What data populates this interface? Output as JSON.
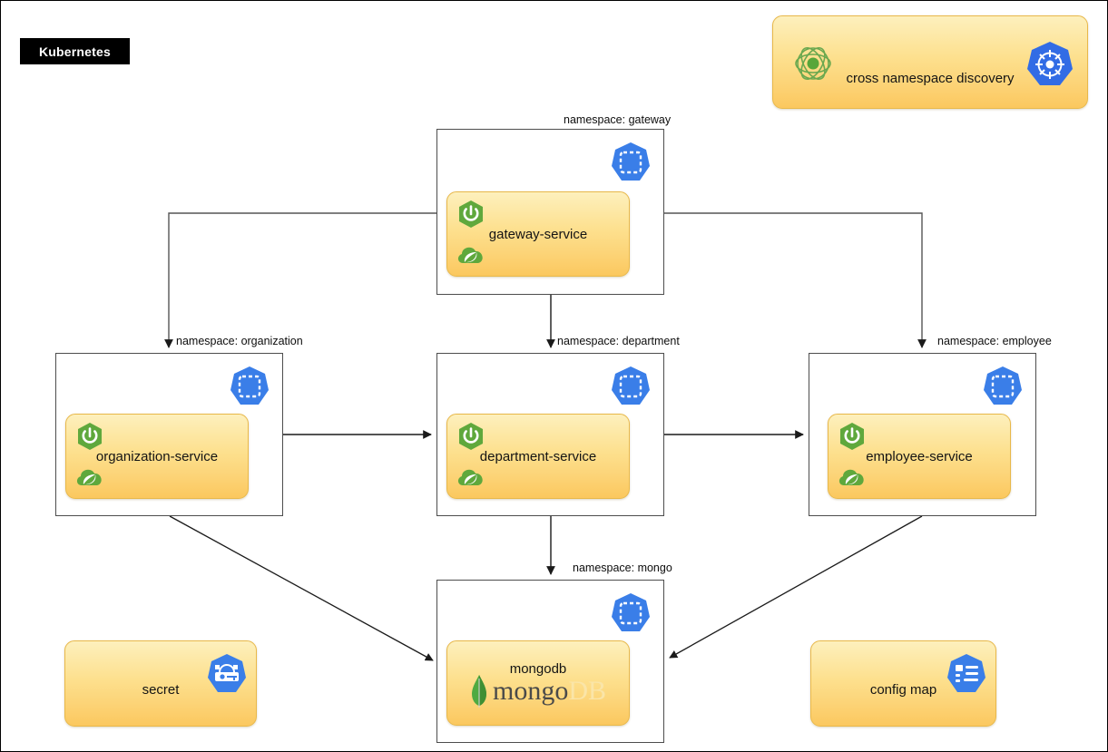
{
  "diagram": {
    "title": "Kubernetes",
    "background": "#ffffff",
    "accent_blue": "#3a7ee8",
    "accent_green": "#5fa83c",
    "card_gradient_top": "#fdf0bd",
    "card_gradient_bottom": "#fbc85f",
    "edge_color": "#1a1a1a"
  },
  "legend": {
    "cross_namespace": {
      "label": "cross namespace discovery",
      "left_icon": "eureka-atom-icon",
      "right_icon": "kubernetes-wheel-icon"
    }
  },
  "namespaces": [
    {
      "id": "gateway",
      "caption": "namespace: gateway",
      "icon": "kubernetes-namespace-icon",
      "service": {
        "name": "gateway-service",
        "icons": [
          "spring-boot-icon",
          "spring-leaf-icon"
        ]
      }
    },
    {
      "id": "organization",
      "caption": "namespace: organization",
      "icon": "kubernetes-namespace-icon",
      "service": {
        "name": "organization-service",
        "icons": [
          "spring-boot-icon",
          "spring-leaf-icon"
        ]
      }
    },
    {
      "id": "department",
      "caption": "namespace:  department",
      "icon": "kubernetes-namespace-icon",
      "service": {
        "name": "department-service",
        "icons": [
          "spring-boot-icon",
          "spring-leaf-icon"
        ]
      }
    },
    {
      "id": "employee",
      "caption": "namespace: employee",
      "icon": "kubernetes-namespace-icon",
      "service": {
        "name": "employee-service",
        "icons": [
          "spring-boot-icon",
          "spring-leaf-icon"
        ]
      }
    },
    {
      "id": "mongo",
      "caption": "namespace: mongo",
      "icon": "kubernetes-namespace-icon",
      "service": {
        "name": "mongodb",
        "logo_word": "mongo",
        "logo_word_suffix": "DB",
        "icons": [
          "mongodb-leaf-icon"
        ]
      }
    }
  ],
  "resources": [
    {
      "id": "secret",
      "label": "secret",
      "icon": "kubernetes-secret-icon"
    },
    {
      "id": "config-map",
      "label": "config map",
      "icon": "kubernetes-configmap-icon"
    }
  ],
  "edges": [
    {
      "from": "gateway",
      "to": "organization"
    },
    {
      "from": "gateway",
      "to": "department"
    },
    {
      "from": "gateway",
      "to": "employee"
    },
    {
      "from": "organization",
      "to": "department"
    },
    {
      "from": "department",
      "to": "employee"
    },
    {
      "from": "organization",
      "to": "mongo"
    },
    {
      "from": "department",
      "to": "mongo"
    },
    {
      "from": "employee",
      "to": "mongo"
    }
  ]
}
